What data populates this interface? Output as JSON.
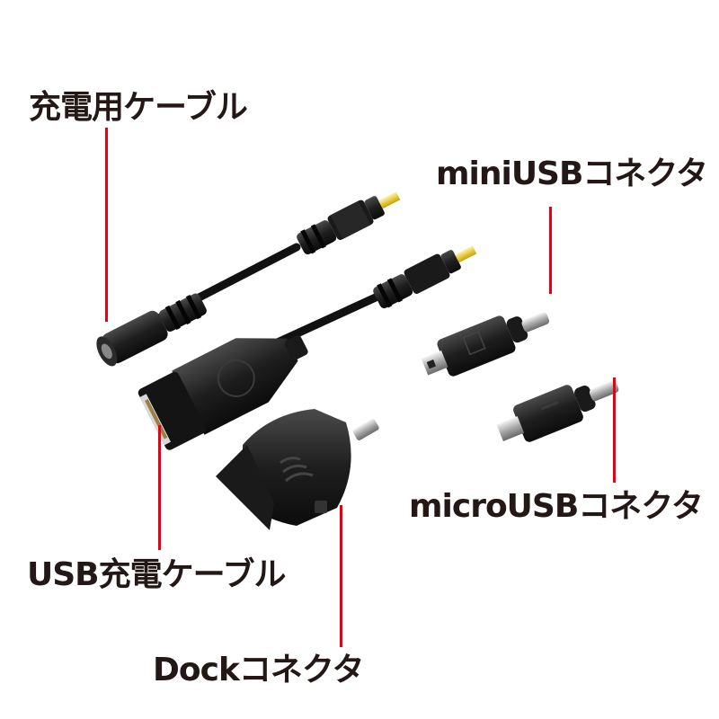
{
  "labels": {
    "charging_cable": "充電用ケーブル",
    "mini_usb": "miniUSBコネクタ",
    "micro_usb": "microUSBコネクタ",
    "usb_charging_cable": "USB充電ケーブル",
    "dock": "Dockコネクタ"
  },
  "colors": {
    "leader_line": "#e60012",
    "label_text": "#231815",
    "background": "#ffffff",
    "plastic": "#1c1c1c"
  },
  "products": [
    {
      "id": "charging-cable",
      "label_key": "charging_cable"
    },
    {
      "id": "usb-charging-cable",
      "label_key": "usb_charging_cable"
    },
    {
      "id": "mini-usb-connector",
      "label_key": "mini_usb"
    },
    {
      "id": "micro-usb-connector",
      "label_key": "micro_usb"
    },
    {
      "id": "dock-connector",
      "label_key": "dock"
    }
  ]
}
